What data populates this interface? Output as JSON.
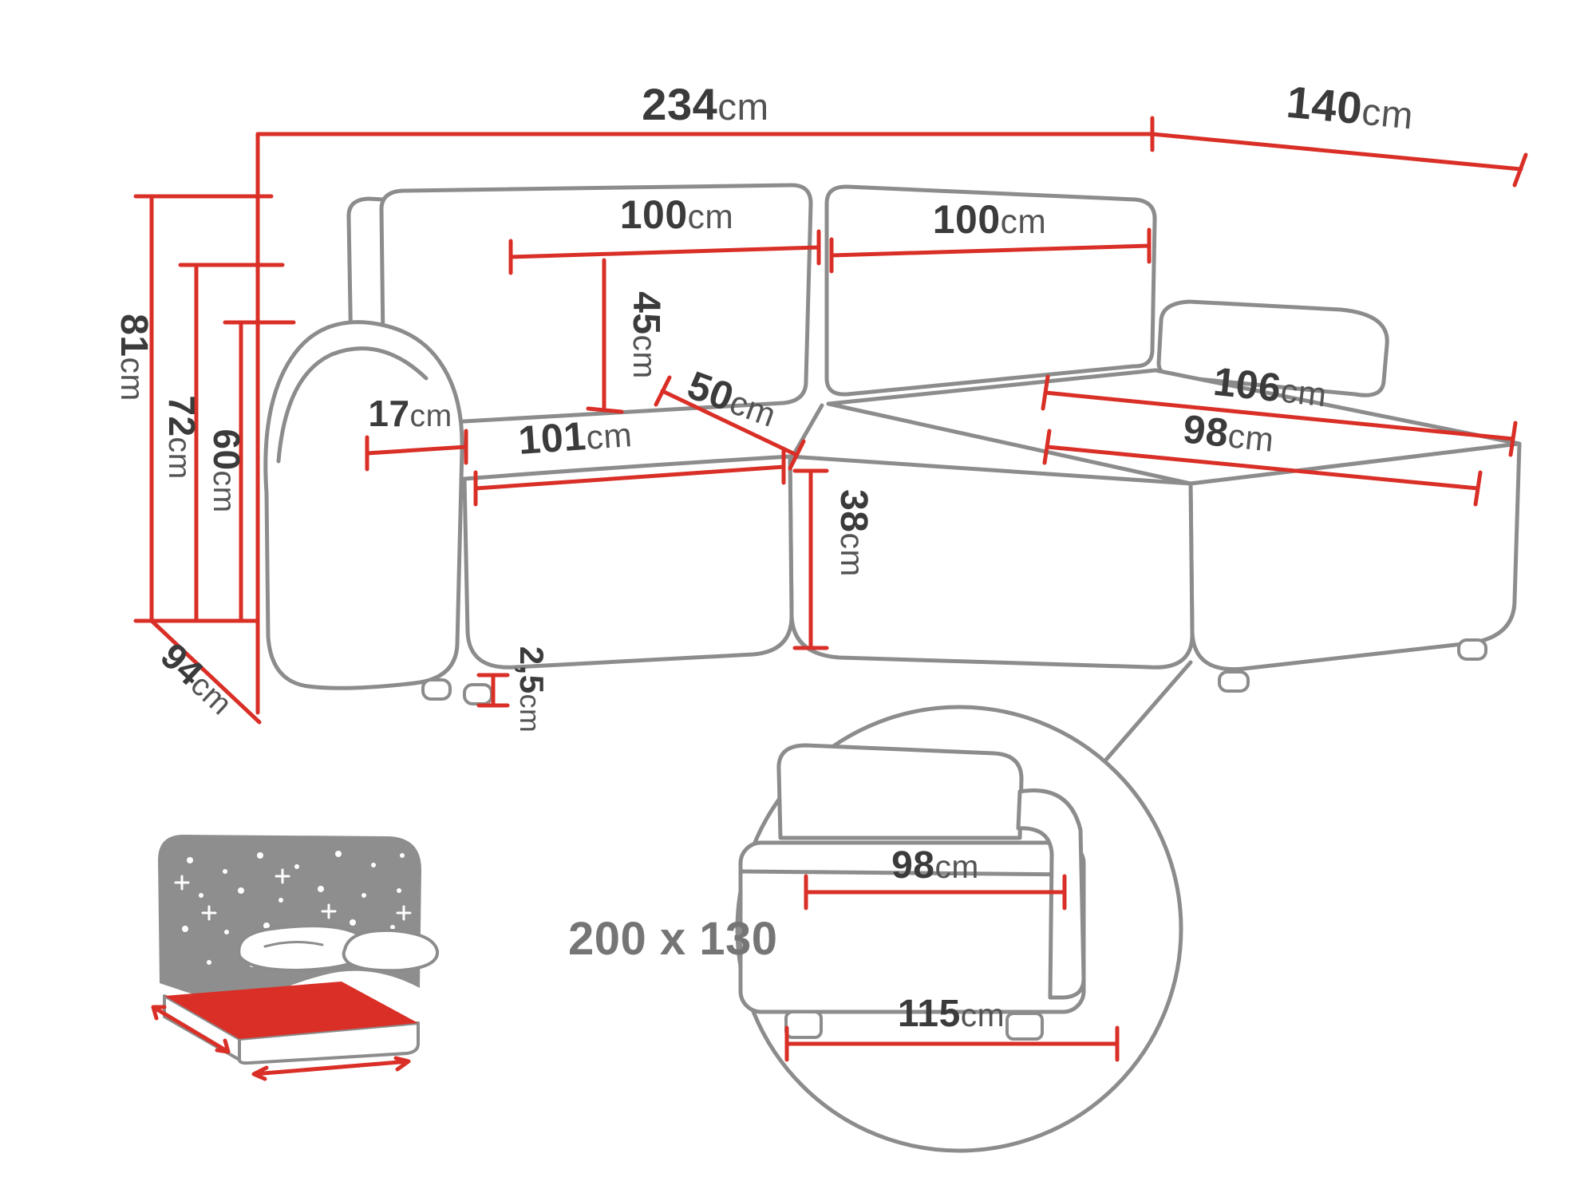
{
  "colors": {
    "dimension_red": "#d92f27",
    "outline_gray": "#8c8c8c",
    "text_dark": "#3b3b3b",
    "text_gray": "#757575",
    "mattress_red": "#d92f27",
    "blanket_gray": "#8e8e8e"
  },
  "sofa_dimensions": {
    "total_width": {
      "value": "234",
      "unit": "cm"
    },
    "side_depth": {
      "value": "140",
      "unit": "cm"
    },
    "back_cushion_left": {
      "value": "100",
      "unit": "cm"
    },
    "back_cushion_right": {
      "value": "100",
      "unit": "cm"
    },
    "back_cushion_height": {
      "value": "45",
      "unit": "cm"
    },
    "total_height": {
      "value": "81",
      "unit": "cm"
    },
    "armrest_height": {
      "value": "72",
      "unit": "cm"
    },
    "seat_back_height": {
      "value": "60",
      "unit": "cm"
    },
    "base_depth": {
      "value": "94",
      "unit": "cm"
    },
    "armrest_width": {
      "value": "17",
      "unit": "cm"
    },
    "seat_width": {
      "value": "101",
      "unit": "cm"
    },
    "corner_seat_width": {
      "value": "50",
      "unit": "cm"
    },
    "chaise_length": {
      "value": "106",
      "unit": "cm"
    },
    "chaise_seat_width": {
      "value": "98",
      "unit": "cm"
    },
    "seat_height": {
      "value": "38",
      "unit": "cm"
    },
    "leg_height": {
      "value": "2,5",
      "unit": "cm"
    }
  },
  "sleeping_area": {
    "icon": "bed-icon",
    "label": "200 x 130"
  },
  "inset_dimensions": {
    "seat_width": {
      "value": "98",
      "unit": "cm"
    },
    "base_length": {
      "value": "115",
      "unit": "cm"
    }
  }
}
